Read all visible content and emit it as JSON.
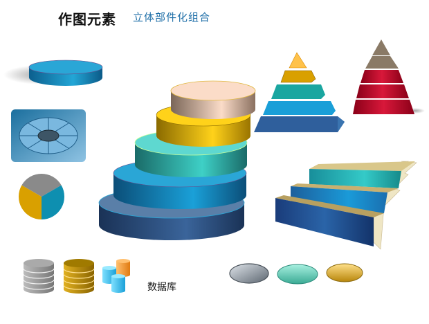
{
  "header": {
    "title": "作图元素",
    "subtitle": "立体部件化组合"
  },
  "labels": {
    "database": "数据库"
  },
  "elements": [
    {
      "name": "flat-disc",
      "color": "#2aa0cc"
    },
    {
      "name": "segmented-ring-tile",
      "segments": 8,
      "color": "#3a8dc0"
    },
    {
      "name": "three-slice-pie",
      "colors": [
        "#8a8a8a",
        "#0e8fb0",
        "#d9a000"
      ]
    },
    {
      "name": "stacked-cylinders",
      "layers": [
        {
          "top": "#fbdcc8",
          "side": "#b09080"
        },
        {
          "top": "#ffd21a",
          "side": "#d9a800"
        },
        {
          "top": "#5ed8d0",
          "side": "#25a9a0"
        },
        {
          "top": "#2aa6d6",
          "side": "#1275a8"
        },
        {
          "top": "#5a7fa8",
          "side": "#274c7a"
        }
      ]
    },
    {
      "name": "layered-pyramid-blue",
      "layers": [
        "#ffc24a",
        "#d9a000",
        "#1aa6a0",
        "#1a9fd8",
        "#2f5f9c"
      ]
    },
    {
      "name": "layered-pyramid-red",
      "layers": [
        "#8a7a66",
        "#c4102c",
        "#c4102c",
        "#c4102c"
      ]
    },
    {
      "name": "staircase",
      "steps": [
        "#20bcc0",
        "#1a8ed0",
        "#1e4e90"
      ],
      "frame": "#efe6c4"
    },
    {
      "name": "database-icons",
      "colors": [
        "#9a9a9a",
        "#c79a10",
        "#3ec0ee",
        "#f3a23a"
      ]
    },
    {
      "name": "oval-buttons",
      "colors": [
        "#9aa4ae",
        "#6ed4bc",
        "#e0b44a"
      ]
    }
  ]
}
